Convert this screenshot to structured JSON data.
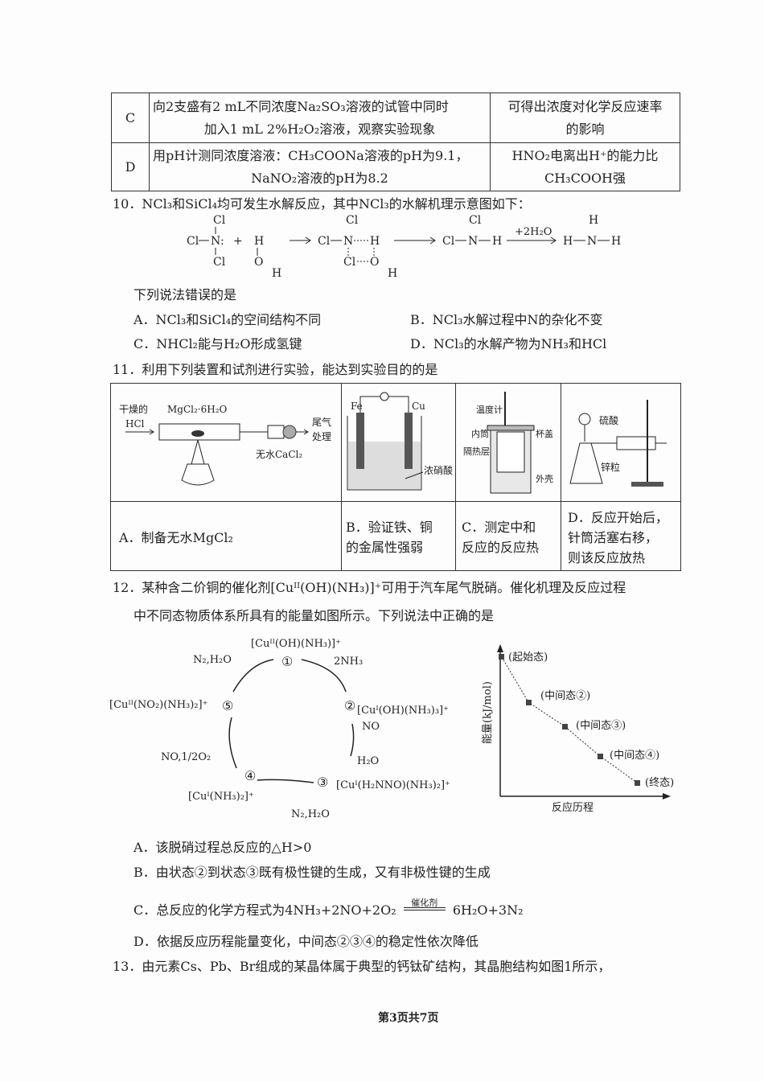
{
  "q9_table": {
    "rows": [
      {
        "label": "C",
        "procedure": [
          "向2支盛有2 mL不同浓度Na₂SO₃溶液的试管中同时",
          "加入1 mL 2%H₂O₂溶液，观察实验现象"
        ],
        "conclusion": [
          "可得出浓度对化学反应速率",
          "的影响"
        ]
      },
      {
        "label": "D",
        "procedure": [
          "用pH计测同浓度溶液：CH₃COONa溶液的pH为9.1，",
          "NaNO₂溶液的pH为8.2"
        ],
        "conclusion": [
          "HNO₂电离出H⁺的能力比",
          "CH₃COOH强"
        ]
      }
    ]
  },
  "q10": {
    "stem": "10．NCl₃和SiCl₄均可发生水解反应，其中NCl₃的水解机理示意图如下：",
    "mechanism": {
      "cl": "Cl",
      "n": "N",
      "h": "H",
      "o": "O",
      "reagent": "+2H₂O",
      "plus": "+"
    },
    "question": "下列说法错误的是",
    "options": [
      "A．NCl₃和SiCl₄的空间结构不同",
      "B．NCl₃水解过程中N的杂化不变",
      "C．NHCl₂能与H₂O形成氢键",
      "D．NCl₃的水解产物为NH₃和HCl"
    ]
  },
  "q11": {
    "stem": "11．利用下列装置和试剂进行实验，能达到实验目的的是",
    "diagrams": {
      "a": {
        "gas": "干燥的",
        "hcl": "HCl",
        "salt": "MgCl₂·6H₂O",
        "tail1": "尾气",
        "tail2": "处理",
        "drier": "无水CaCl₂"
      },
      "b": {
        "fe": "Fe",
        "cu": "Cu",
        "acid": "浓硝酸"
      },
      "c": {
        "thermo": "温度计",
        "inner": "内筒",
        "lid": "杯盖",
        "insul": "隔热层",
        "shell": "外壳"
      },
      "d": {
        "acid": "硫酸",
        "zinc": "锌粒"
      }
    },
    "options": [
      [
        "A．制备无水MgCl₂"
      ],
      [
        "B．验证铁、铜",
        "的金属性强弱"
      ],
      [
        "C．测定中和",
        "反应的反应热"
      ],
      [
        "D．反应开始后，",
        "针筒活塞右移，",
        "则该反应放热"
      ]
    ]
  },
  "q12": {
    "stem": [
      "12．某种含二价铜的催化剂[Cuᴵᴵ(OH)(NH₃)]⁺可用于汽车尾气脱硝。催化机理及反应过程",
      "中不同态物质体系所具有的能量如图所示。下列说法中正确的是"
    ],
    "cycle": {
      "s1": "[Cuᴵᴵ(OH)(NH₃)]⁺",
      "n1": "①",
      "in_2nh3": "2NH₃",
      "n2": "②",
      "s2": "[Cuᴵ(OH)(NH₃)₃]⁺",
      "in_no": "NO",
      "out_h2o": "H₂O",
      "n3": "③",
      "s3": "[Cuᴵ(H₂NNO)(NH₃)₂]⁺",
      "n4": "④",
      "s4": "[Cuᴵ(NH₃)₂]⁺",
      "out_n2h2o_a": "N₂,H₂O",
      "in_no_o2": "NO,1/2O₂",
      "n5": "⑤",
      "s5": "[Cuᴵᴵ(NO₂)(NH₃)₂]⁺",
      "out_n2h2o_b": "N₂,H₂O"
    },
    "energy": {
      "ylabel": "能量(kJ/mol)",
      "xlabel": "反应历程",
      "states": [
        "(起始态)",
        "(中间态②)",
        "(中间态③)",
        "(中间态④)",
        "(终态)"
      ]
    },
    "options": {
      "a": "A．该脱硝过程总反应的△H>0",
      "b": "B．由状态②到状态③既有极性键的生成，又有非极性键的生成",
      "c_pre": "C．总反应的化学方程式为4NH₃+2NO+2O₂",
      "c_cond": "催化剂",
      "c_post": "6H₂O+3N₂",
      "d": "D．依据反应历程能量变化，中间态②③④的稳定性依次降低"
    }
  },
  "q13": {
    "stem": "13．由元素Cs、Pb、Br组成的某晶体属于典型的钙钛矿结构，其晶胞结构如图1所示，"
  },
  "footer": {
    "page": "第3页共7页"
  }
}
